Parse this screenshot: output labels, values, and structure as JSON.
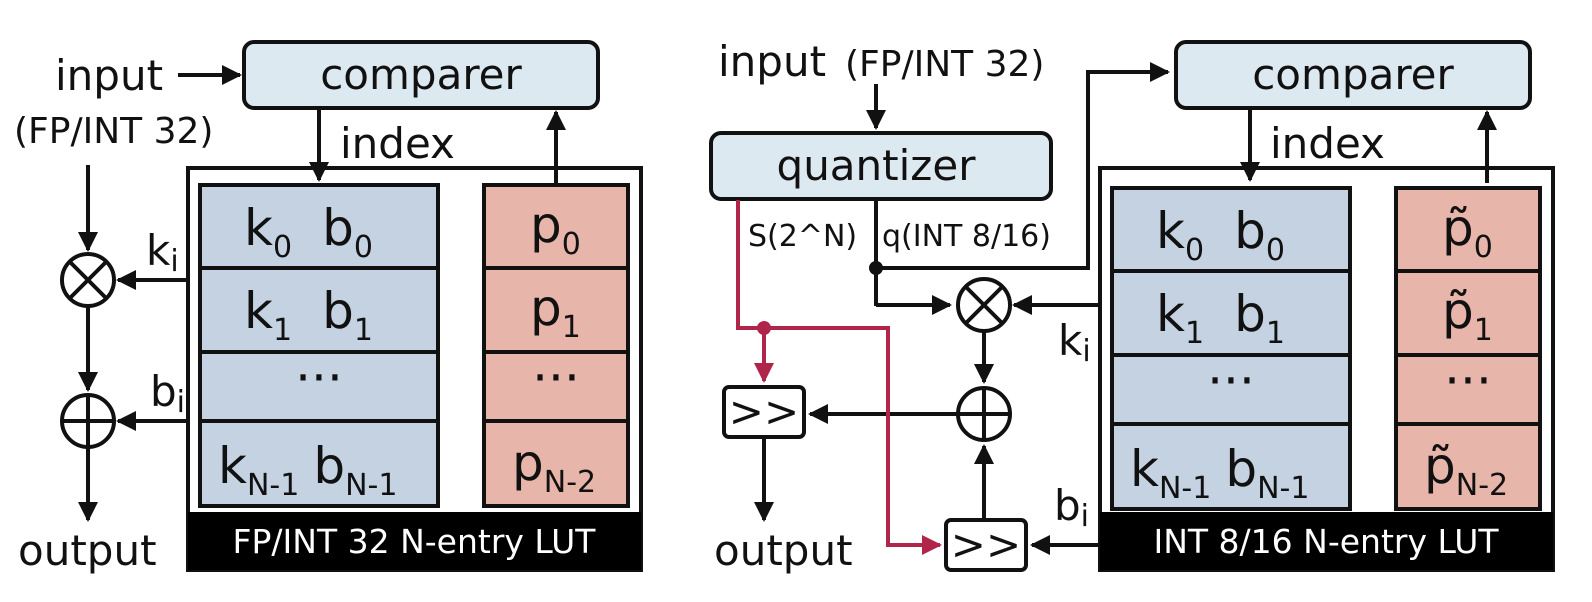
{
  "left": {
    "input_label": "input",
    "input_type": "(FP/INT 32)",
    "comparer_label": "comparer",
    "index_label": "index",
    "k_label": "k",
    "k_sub": "i",
    "b_label": "b",
    "b_sub": "i",
    "output_label": "output",
    "lut_caption": "FP/INT 32 N-entry LUT",
    "kb_rows": [
      {
        "k": "k",
        "k_sub": "0",
        "b": "b",
        "b_sub": "0"
      },
      {
        "k": "k",
        "k_sub": "1",
        "b": "b",
        "b_sub": "1"
      },
      {
        "ellipsis": "···"
      },
      {
        "k": "k",
        "k_sub": "N-1",
        "b": "b",
        "b_sub": "N-1"
      }
    ],
    "p_rows": [
      {
        "p": "p",
        "p_sub": "0"
      },
      {
        "p": "p",
        "p_sub": "1"
      },
      {
        "ellipsis": "···"
      },
      {
        "p": "p",
        "p_sub": "N-2"
      }
    ]
  },
  "right": {
    "input_label": "input",
    "input_type": "(FP/INT 32)",
    "quantizer_label": "quantizer",
    "scale_label": "S(2^N)",
    "q_label": "q(INT 8/16)",
    "comparer_label": "comparer",
    "index_label": "index",
    "k_label": "k",
    "k_sub": "i",
    "b_label": "b",
    "b_sub": "i",
    "shift_label": ">>",
    "output_label": "output",
    "lut_caption": "INT 8/16 N-entry LUT",
    "kb_rows": [
      {
        "k": "k",
        "k_sub": "0",
        "b": "b",
        "b_sub": "0"
      },
      {
        "k": "k",
        "k_sub": "1",
        "b": "b",
        "b_sub": "1"
      },
      {
        "ellipsis": "···"
      },
      {
        "k": "k",
        "k_sub": "N-1",
        "b": "b",
        "b_sub": "N-1"
      }
    ],
    "p_rows": [
      {
        "p": "p̃",
        "p_sub": "0"
      },
      {
        "p": "p̃",
        "p_sub": "1"
      },
      {
        "ellipsis": "···"
      },
      {
        "p": "p̃",
        "p_sub": "N-2"
      }
    ]
  },
  "colors": {
    "box_fill": "#dde9f0",
    "kb_fill": "#c4d2e2",
    "p_fill": "#e8b5aa",
    "accent_line": "#b0254a",
    "caption_bg": "#000000"
  }
}
